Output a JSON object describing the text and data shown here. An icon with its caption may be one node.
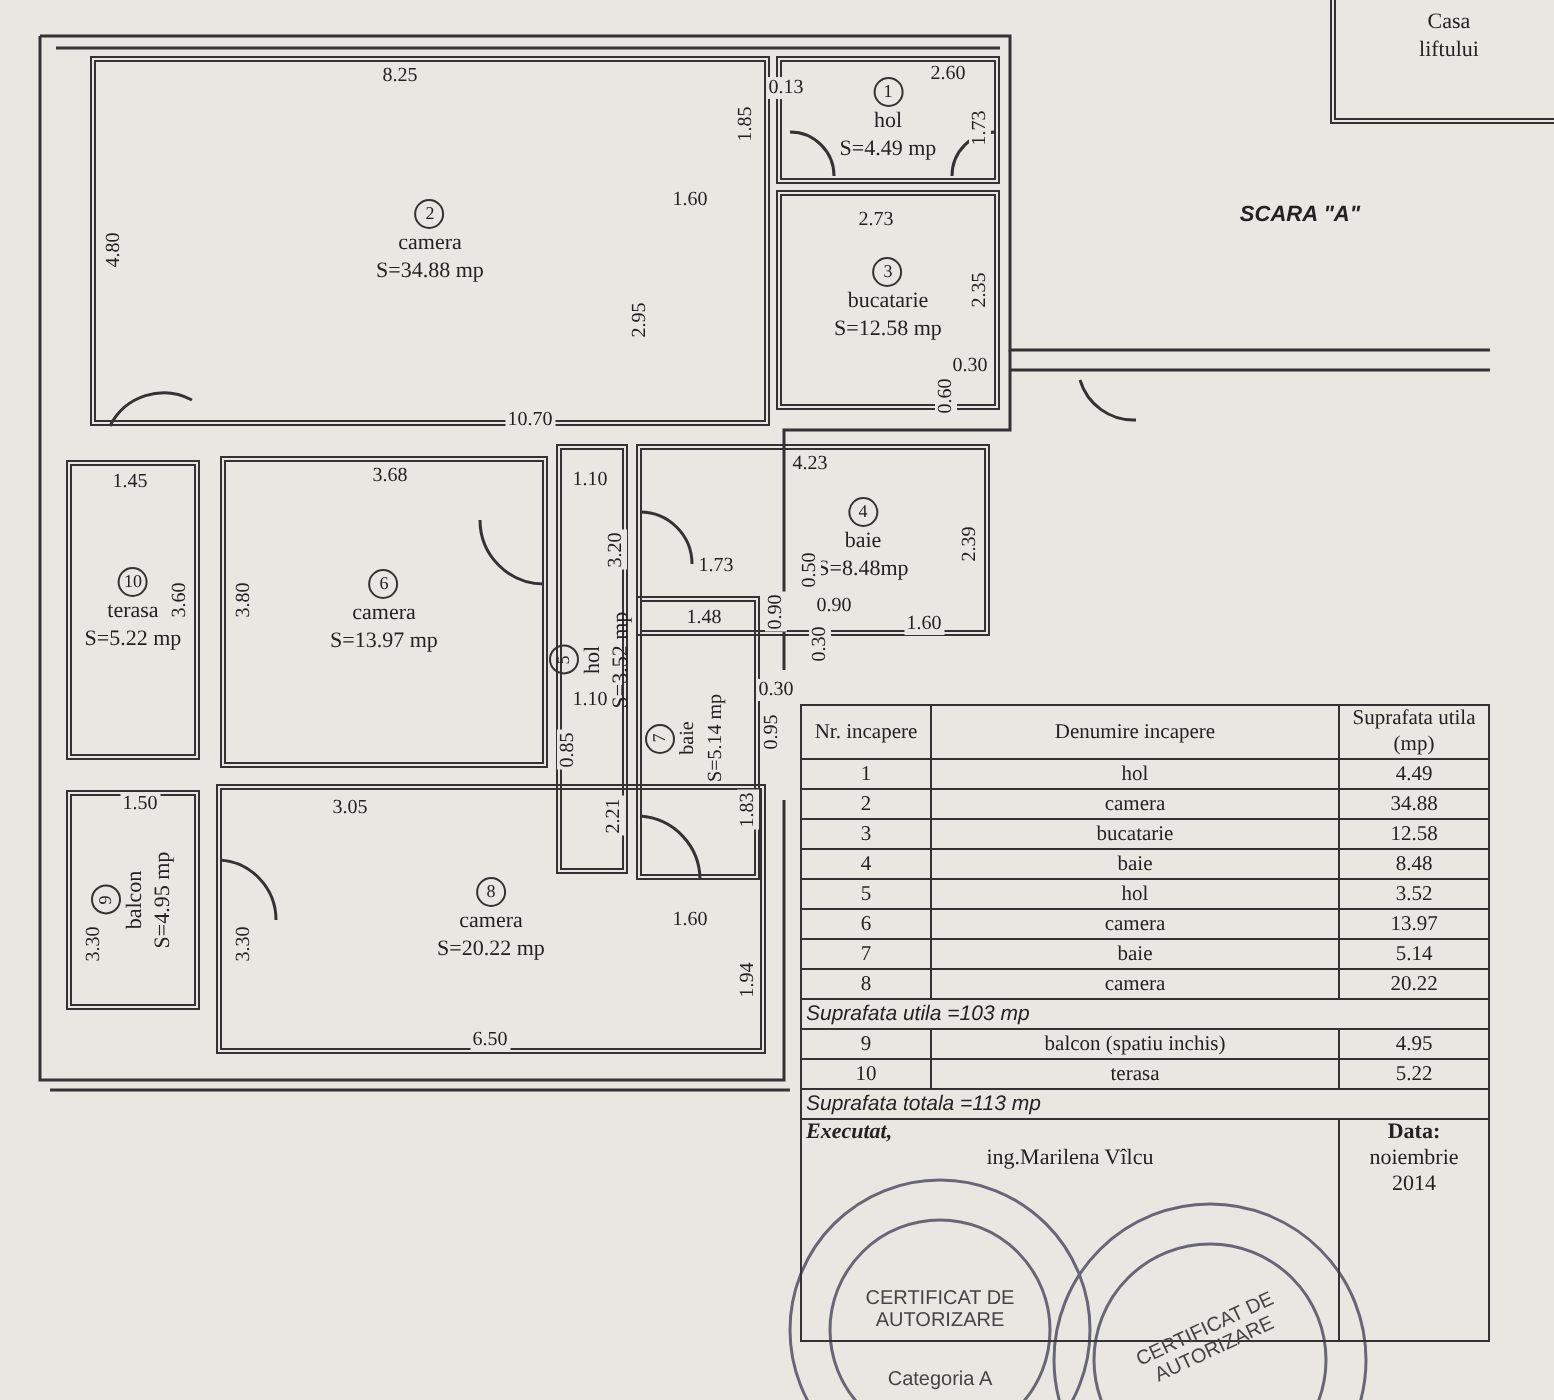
{
  "diagram": {
    "nodes": [
      {
        "text": [
          "1",
          "hol",
          "S=4.49 mp"
        ]
      },
      {
        "text": [
          "2",
          "camera",
          "S=34.88 mp"
        ]
      },
      {
        "text": [
          "3",
          "bucatarie",
          "S=12.58 mp"
        ]
      },
      {
        "text": [
          "4",
          "baie",
          "S=8.48mp"
        ]
      },
      {
        "text": [
          "5",
          "hol",
          "S=3.52 mp"
        ]
      },
      {
        "text": [
          "6",
          "camera",
          "S=13.97 mp"
        ]
      },
      {
        "text": [
          "7",
          "baie",
          "S=5.14 mp"
        ]
      },
      {
        "text": [
          "8",
          "camera",
          "S=20.22 mp"
        ]
      },
      {
        "text": [
          "9",
          "balcon",
          "S=4.95 mp"
        ]
      },
      {
        "text": [
          "10",
          "terasa",
          "S=5.22 mp"
        ]
      },
      {
        "text": [
          "Casa liftului"
        ]
      }
    ],
    "labels": [
      "8.25",
      "2.60",
      "0.13",
      "1.85",
      "1.73",
      "4.80",
      "1.60",
      "2.73",
      "SCARA \"A\"",
      "2.95",
      "2.35",
      "0.30",
      "0.60",
      "10.70",
      "1.45",
      "3.68",
      "1.10",
      "4.23",
      "2.39",
      "1.73",
      "0.50",
      "3.20",
      "1.48",
      "0.90",
      "0.90",
      "1.60",
      "0.30",
      "3.60",
      "3.80",
      "1.10",
      "0.95",
      "0.30",
      "0.85",
      "2.21",
      "1.83",
      "1.50",
      "3.05",
      "1.60",
      "3.30",
      "3.30",
      "1.94",
      "6.50",
      "Nr. incapere",
      "Denumire incapere",
      "Suprafata utila (mp)",
      "1",
      "hol",
      "4.49",
      "2",
      "camera",
      "34.88",
      "3",
      "bucatarie",
      "12.58",
      "4",
      "baie",
      "8.48",
      "5",
      "hol",
      "3.52",
      "6",
      "camera",
      "13.97",
      "7",
      "baie",
      "5.14",
      "8",
      "camera",
      "20.22",
      "Suprafata utila =103 mp",
      "9",
      "balcon (spatiu inchis)",
      "4.95",
      "10",
      "terasa",
      "5.22",
      "Suprafata totala =113 mp",
      "Executat,",
      "ing.Marilena Vîlcu",
      "Data:",
      "noiembrie 2014",
      "CERTIFICAT DE AUTORIZARE",
      "Categoria A",
      "CERTIFICAT DE AUTORIZARE"
    ]
  }
}
